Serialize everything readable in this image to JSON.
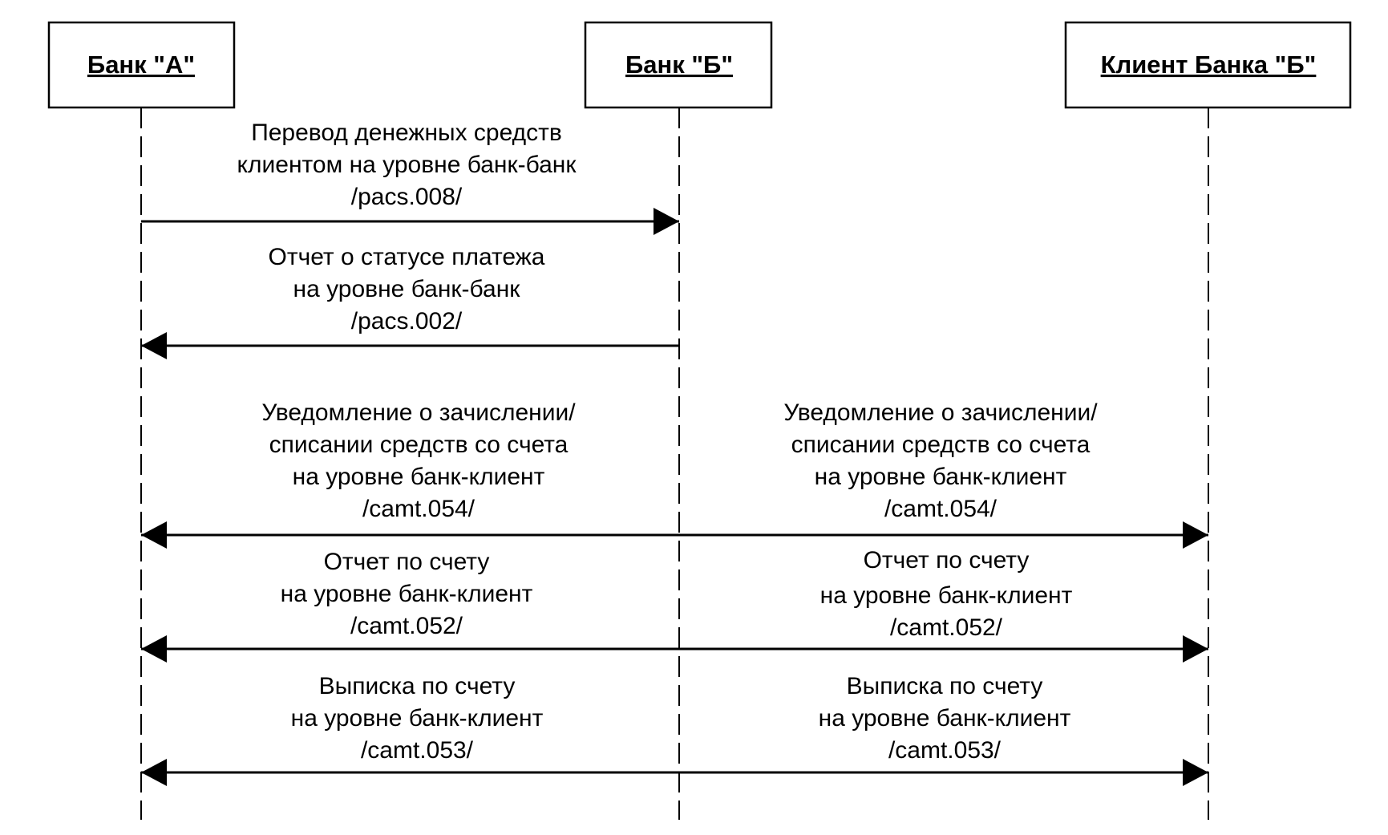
{
  "participants": [
    {
      "label": "Банк \"А\""
    },
    {
      "label": "Банк \"Б\""
    },
    {
      "label": "Клиент Банка \"Б\""
    }
  ],
  "messages": [
    {
      "lines": [
        "Перевод денежных средств",
        "клиентом на уровне банк-банк",
        "/pacs.008/"
      ]
    },
    {
      "lines": [
        "Отчет о статусе платежа",
        "на уровне банк-банк",
        "/pacs.002/"
      ]
    },
    {
      "lines": [
        "Уведомление о зачислении/",
        "списании средств со счета",
        "на уровне банк-клиент",
        "/camt.054/"
      ]
    },
    {
      "lines": [
        "Уведомление о зачислении/",
        "списании средств со счета",
        "на уровне банк-клиент",
        "/camt.054/"
      ]
    },
    {
      "lines": [
        "Отчет по счету",
        "на уровне банк-клиент",
        "/camt.052/"
      ]
    },
    {
      "lines": [
        "Отчет по счету",
        "на уровне банк-клиент",
        "/camt.052/"
      ]
    },
    {
      "lines": [
        "Выписка по счету",
        "на уровне банк-клиент",
        "/camt.053/"
      ]
    },
    {
      "lines": [
        "Выписка по счету",
        "на уровне банк-клиент",
        "/camt.053/"
      ]
    }
  ]
}
